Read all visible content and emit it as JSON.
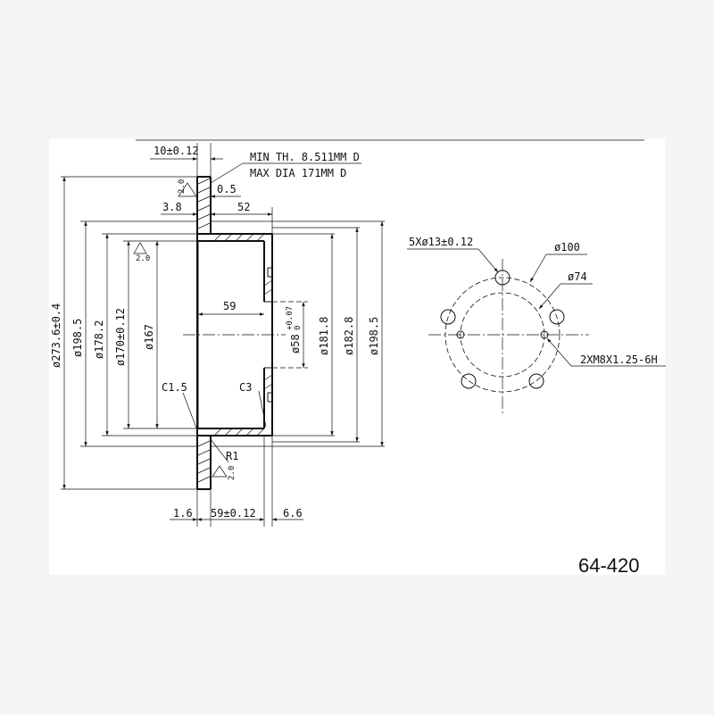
{
  "part_number": "64-420",
  "side_view": {
    "thickness": "10±0.12",
    "min_thickness": "MIN TH. 8.511MM D",
    "max_diameter": "MAX DIA 171MM D",
    "runout_top": "2.0",
    "runout_mid": "2.0",
    "runout_bottom": "2.0",
    "offset_0_5": "0.5",
    "offset_3_8": "3.8",
    "depth_52": "52",
    "depth_59": "59",
    "dia_273": "ø273.6±0.4",
    "dia_198_left": "ø198.5",
    "dia_178": "ø178.2",
    "dia_170": "ø170±0.12",
    "dia_167": "ø167",
    "dia_58": "ø58",
    "dia_58_tol_upper": "+0.07",
    "dia_58_tol_lower": "0",
    "dia_181": "ø181.8",
    "dia_182": "ø182.8",
    "dia_198_right": "ø198.5",
    "chamfer_c15": "C1.5",
    "chamfer_c3": "C3",
    "radius_r1": "R1",
    "bottom_1_6": "1.6",
    "bottom_59": "59±0.12",
    "bottom_6_6": "6.6"
  },
  "face_view": {
    "bolt_holes": "5Xø13±0.12",
    "pcd_100": "ø100",
    "pcd_74": "ø74",
    "threads": "2XM8X1.25-6H"
  }
}
